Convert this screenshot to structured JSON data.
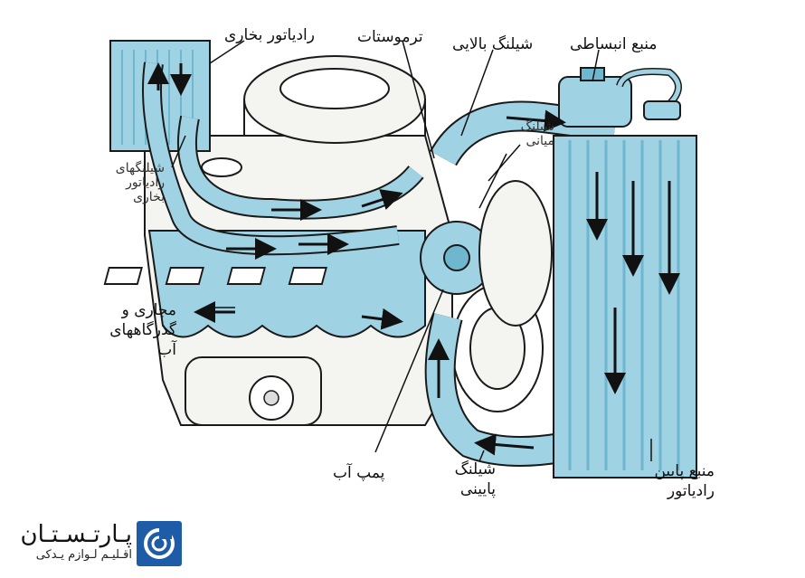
{
  "labels": {
    "steam_radiator": "رادیاتور بخاری",
    "thermostat": "ترموستات",
    "upper_hose": "شیلنگ بالایی",
    "expansion_tank": "منبع انبساطی",
    "middle_hose_1": "شیلنگ",
    "middle_hose_2": "میانی",
    "heater_hoses_1": "شیلنگهای",
    "heater_hoses_2": "رادیاتور",
    "heater_hoses_3": "بخاری",
    "water_passages_1": "مجاری و",
    "water_passages_2": "گذرگاههای",
    "water_passages_3": "آب",
    "water_pump": "پمپ آب",
    "lower_hose_1": "شیلنگ",
    "lower_hose_2": "پایینی",
    "lower_tank_1": "منبع پایین",
    "lower_tank_2": "رادیاتور"
  },
  "brand": {
    "name": "پـارتـسـتـان",
    "tagline": "اقـلیـم لـوازم یـدکی"
  },
  "colors": {
    "coolant": "#9fd3e4",
    "coolant_dark": "#6fb6cf",
    "outline": "#1a1a1a",
    "engine": "#f4f4f0",
    "brand_blue": "#1f5ca8"
  }
}
